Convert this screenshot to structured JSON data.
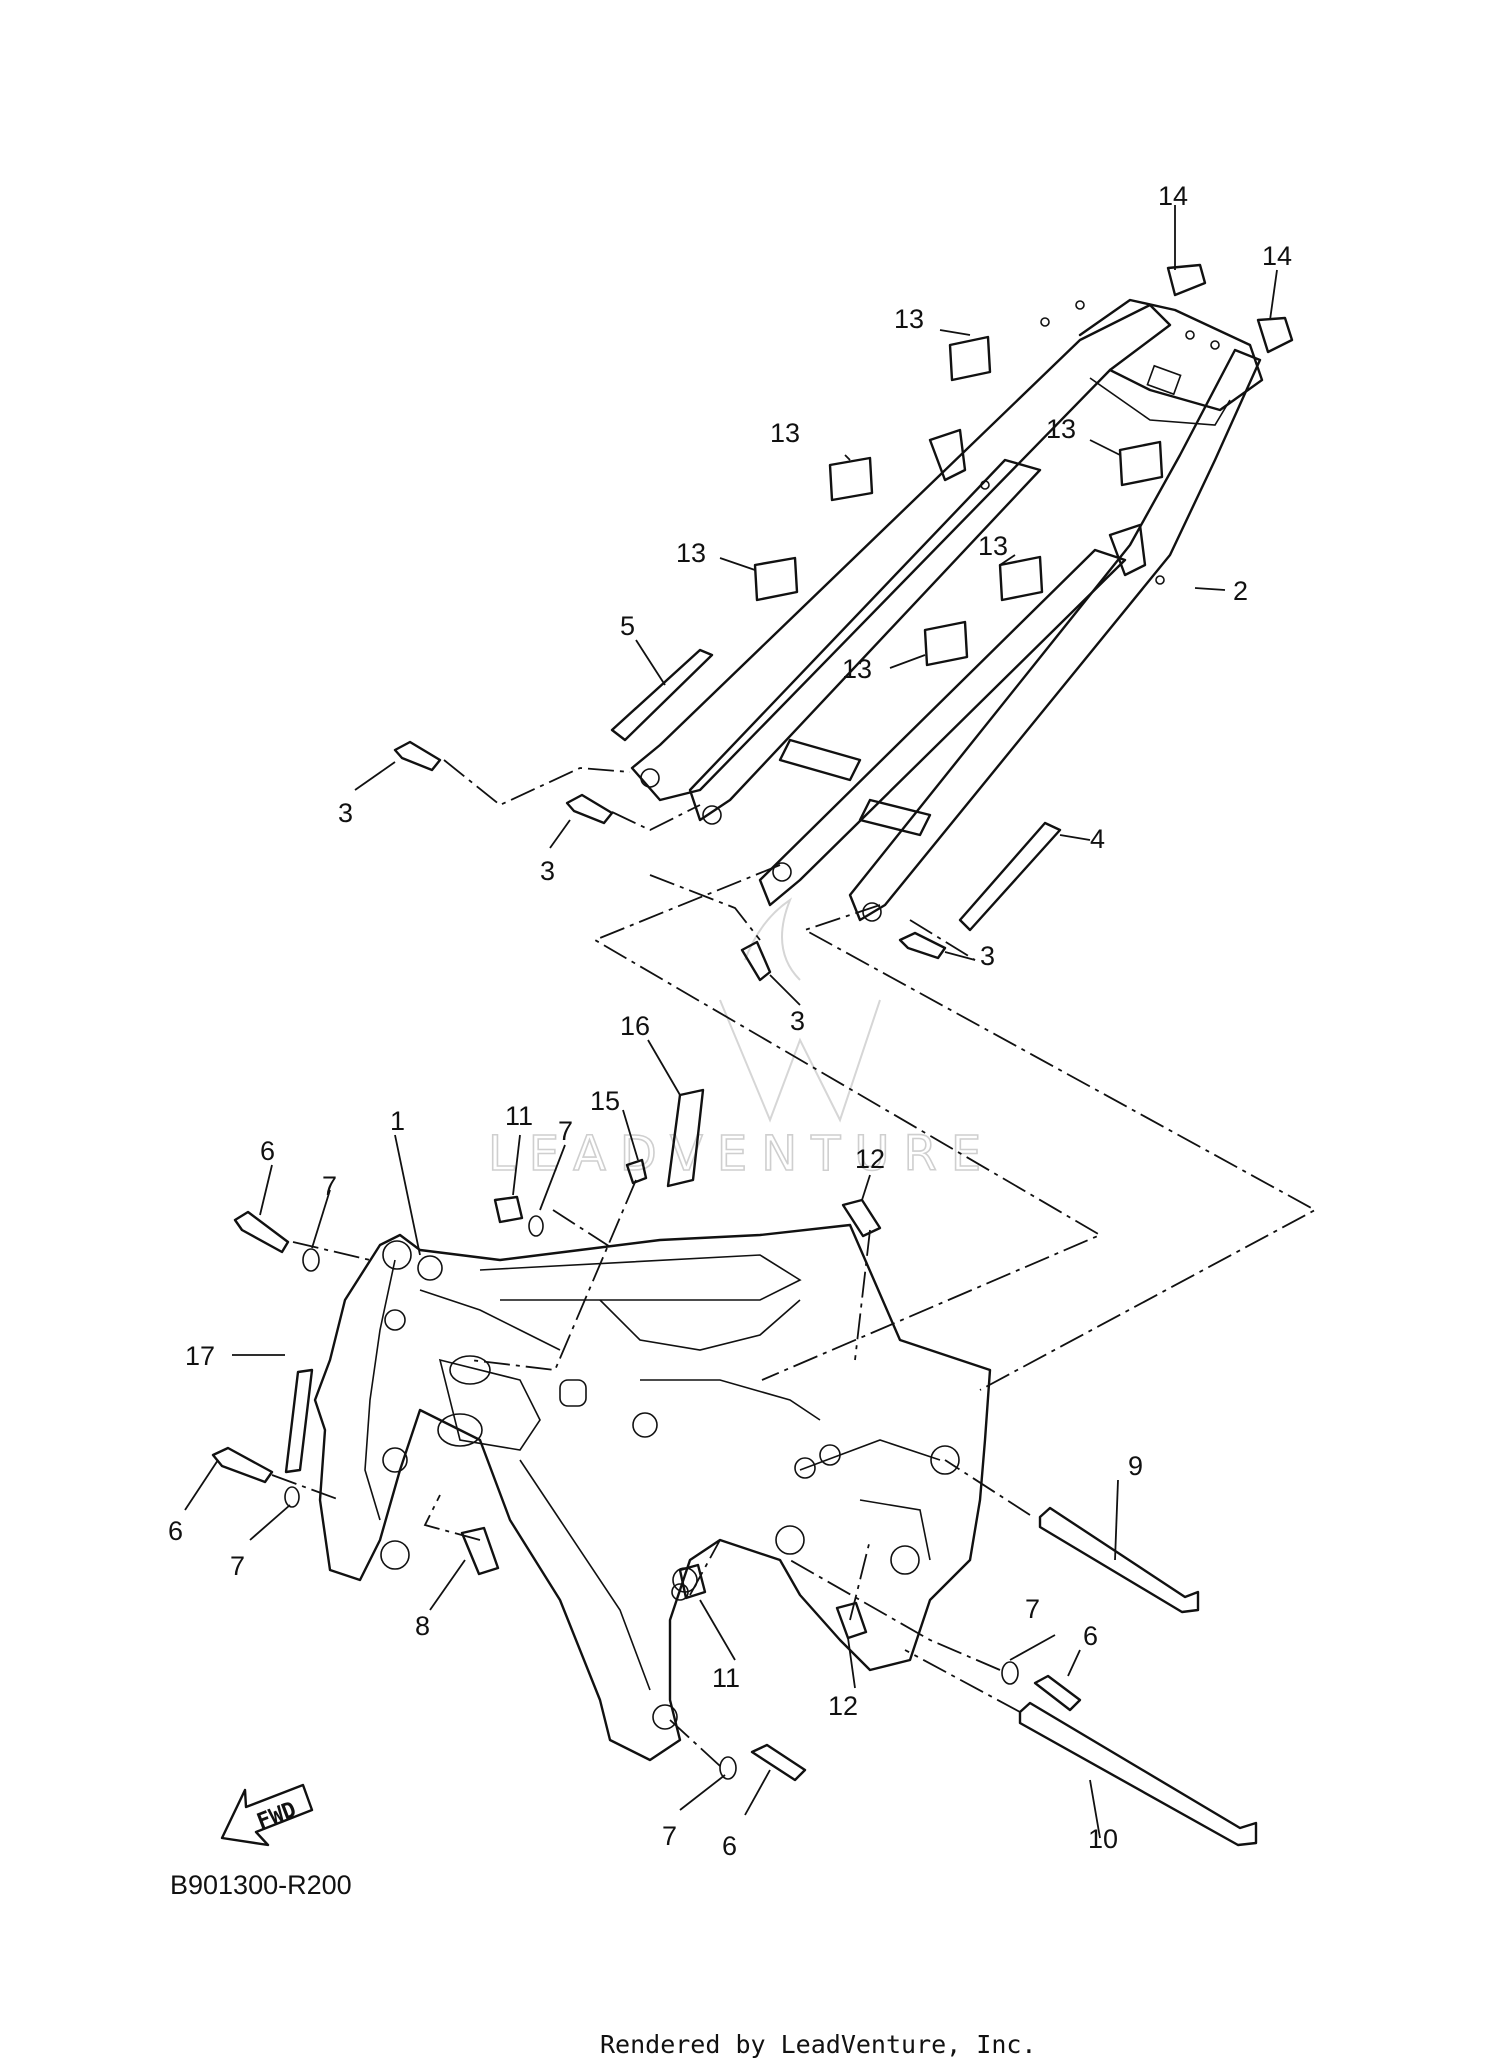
{
  "diagram_code": "B901300-R200",
  "footer_text": "Rendered by LeadVenture, Inc.",
  "watermark_text": "LEADVENTURE",
  "direction_label": "FWD",
  "callouts": {
    "c1": "1",
    "c2": "2",
    "c3a": "3",
    "c3b": "3",
    "c3c": "3",
    "c3d": "3",
    "c4": "4",
    "c5": "5",
    "c6a": "6",
    "c6b": "6",
    "c6c": "6",
    "c6d": "6",
    "c7a": "7",
    "c7b": "7",
    "c7c": "7",
    "c7d": "7",
    "c7e": "7",
    "c8": "8",
    "c9": "9",
    "c10": "10",
    "c11a": "11",
    "c11b": "11",
    "c12a": "12",
    "c12b": "12",
    "c13a": "13",
    "c13b": "13",
    "c13c": "13",
    "c13d": "13",
    "c13e": "13",
    "c13f": "13",
    "c14a": "14",
    "c14b": "14",
    "c15": "15",
    "c16": "16",
    "c17": "17"
  },
  "colors": {
    "line": "#111111",
    "watermark": "#cfcfcf",
    "background": "#ffffff"
  }
}
